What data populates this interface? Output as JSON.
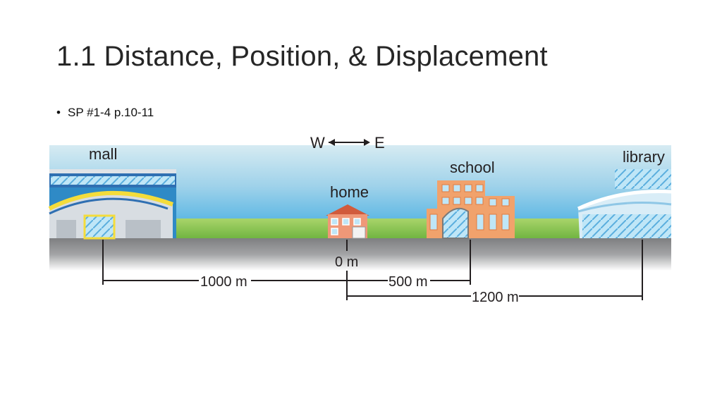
{
  "slide": {
    "title": "1.1 Distance, Position, & Displacement",
    "bullet": "SP #1-4 p.10-11"
  },
  "diagram": {
    "compass": {
      "west": "W",
      "east": "E"
    },
    "buildings": {
      "mall": "mall",
      "home": "home",
      "school": "school",
      "library": "library"
    },
    "origin_label": "0 m",
    "measurements": {
      "mall_to_home": "1000 m",
      "home_to_school": "500 m",
      "home_to_library": "1200 m"
    }
  },
  "colors": {
    "sky_top": "#bcdde9",
    "sky_bottom": "#6fc1e6",
    "grass": "#7cc142",
    "road": "#8a8b8c",
    "brick": "#f1a26c",
    "glass": "#9fd7f0",
    "arch_yellow": "#f4dc3b",
    "arch_blue": "#2f8ac6"
  }
}
